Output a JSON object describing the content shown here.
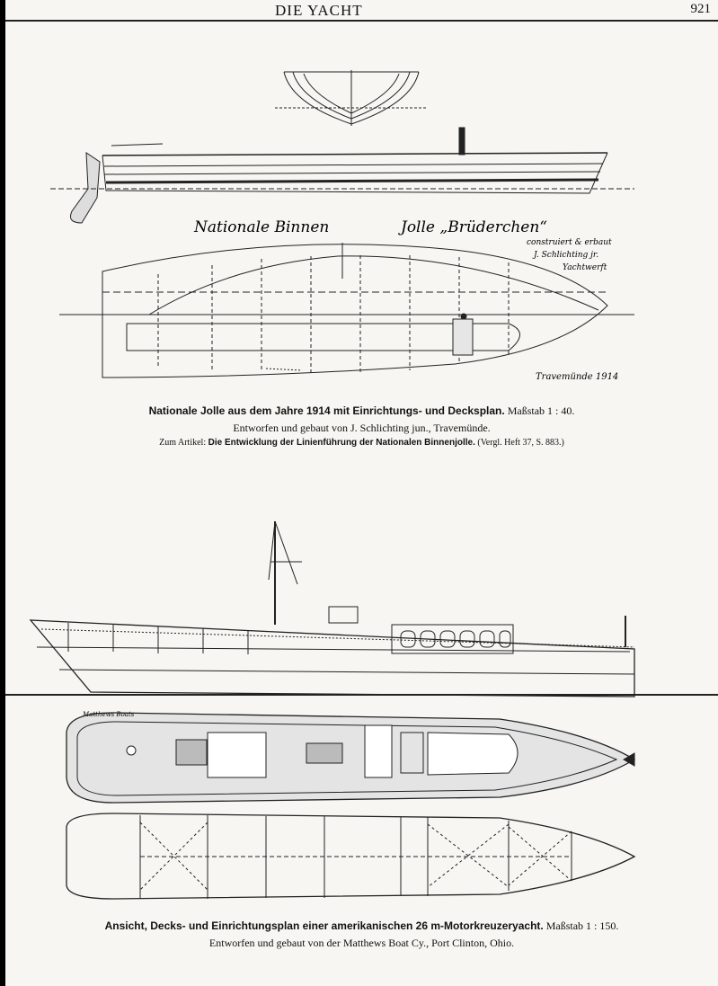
{
  "header": {
    "title": "DIE YACHT",
    "page_number": "921"
  },
  "figure1": {
    "drawing_labels": {
      "title_left": "Nationale Binnen",
      "title_right": "Jolle „Brüderchen“",
      "credit_1": "construiert & erbaut",
      "credit_2": "J. Schlichting jr.",
      "credit_3": "Yachtwerft",
      "place_date": "Travemünde 1914"
    },
    "caption_line1_bold": "Nationale Jolle aus dem Jahre 1914 mit Einrichtungs- und Decksplan.",
    "caption_line1_scale": "Maßstab 1 : 40.",
    "caption_line2": "Entworfen und gebaut von J. Schlichting jun., Travemünde.",
    "caption_line3_prefix": "Zum Artikel:",
    "caption_line3_bold": "Die Entwicklung der Linienführung der Nationalen Binnenjolle.",
    "caption_line3_ref": "(Vergl. Heft 37, S. 883.)"
  },
  "figure2": {
    "drawing_labels": {
      "maker_mark": "Matthews Boats"
    },
    "caption_line1_bold": "Ansicht, Decks- und Einrichtungsplan einer amerikanischen 26 m-Motorkreuzeryacht.",
    "caption_line1_scale": "Maßstab 1 : 150.",
    "caption_line2": "Entworfen und gebaut von der Matthews Boat Cy., Port Clinton, Ohio."
  }
}
